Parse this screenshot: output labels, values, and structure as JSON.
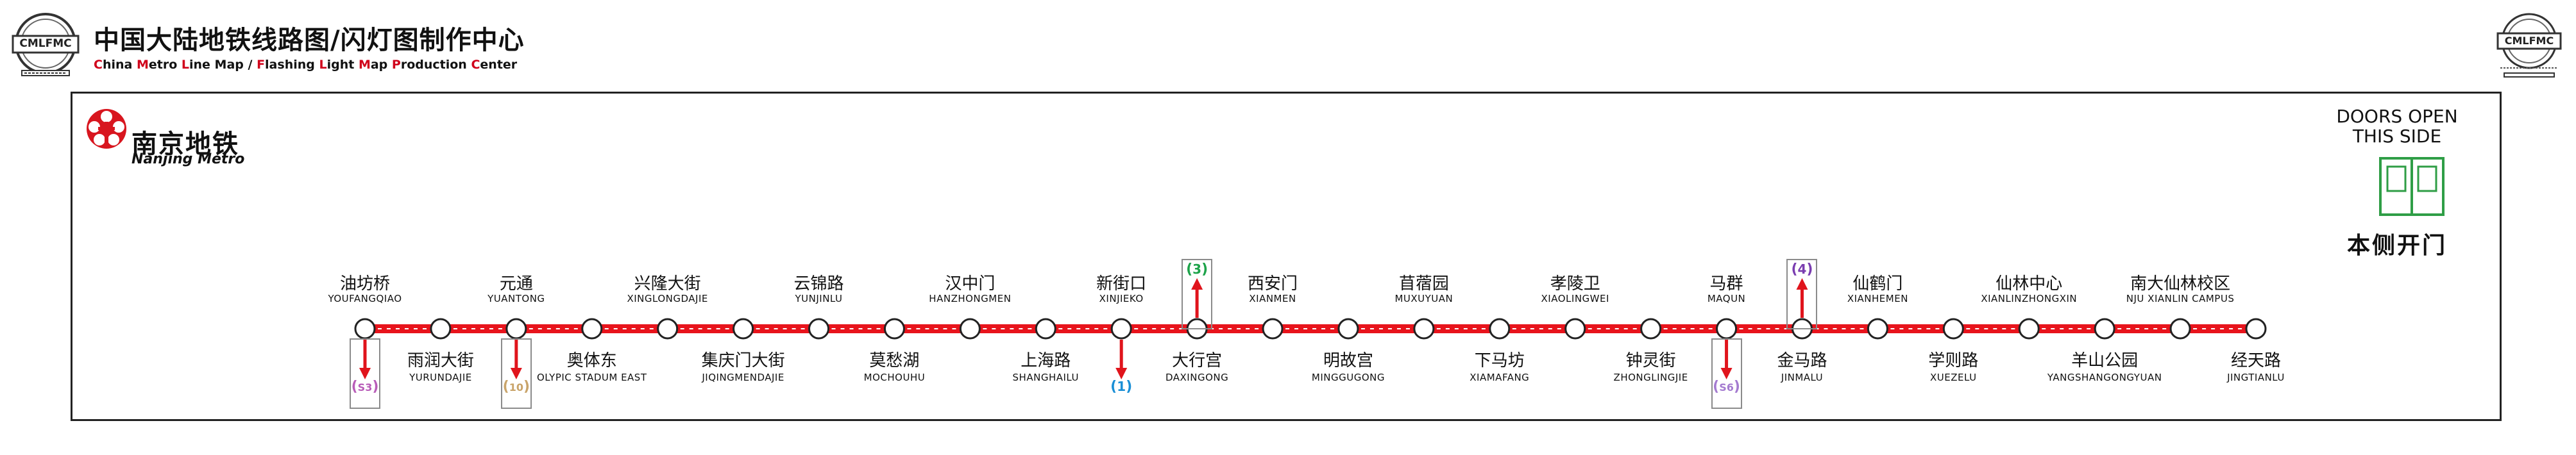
{
  "header": {
    "logo_text": "CMLFMC",
    "title": "中国大陆地铁线路图/闪灯图制作中心",
    "subtitle_parts": [
      {
        "text": "C",
        "red": true
      },
      {
        "text": "hina ",
        "red": false
      },
      {
        "text": "M",
        "red": true
      },
      {
        "text": "etro ",
        "red": false
      },
      {
        "text": "L",
        "red": true
      },
      {
        "text": "ine Map / ",
        "red": false
      },
      {
        "text": "F",
        "red": true
      },
      {
        "text": "lashing ",
        "red": false
      },
      {
        "text": "L",
        "red": true
      },
      {
        "text": "ight ",
        "red": false
      },
      {
        "text": "M",
        "red": true
      },
      {
        "text": "ap ",
        "red": false
      },
      {
        "text": "P",
        "red": true
      },
      {
        "text": "roduction ",
        "red": false
      },
      {
        "text": "C",
        "red": true
      },
      {
        "text": "enter",
        "red": false
      }
    ]
  },
  "brand": {
    "name_cn": "南京地铁",
    "name_en": "Nanjing Metro"
  },
  "doors": {
    "text_en_1": "DOORS OPEN",
    "text_en_2": "THIS SIDE",
    "text_cn": "本侧开门"
  },
  "colors": {
    "line": "#e8141c",
    "line_dark": "#8a0e10",
    "brand_red": "#d8161f",
    "door_green": "#2f9e46",
    "arrow_red": "#e0141c",
    "line1": "#1a8fd6",
    "line3": "#1ea34a",
    "line4": "#7a3db0",
    "s3": "#b95db9",
    "s6": "#9a73c9",
    "s8": "#e58a2c",
    "line10": "#c9a46a",
    "lineS3": "#b95db9",
    "lineS6": "#a47bd0"
  },
  "stations": [
    {
      "cn": "油坊桥",
      "en": "YOUFANGQIAO",
      "side": "top",
      "transfer": {
        "label": "S3",
        "color": "#b95db9",
        "dir": "down"
      }
    },
    {
      "cn": "雨润大街",
      "en": "YURUNDAJIE",
      "side": "bottom"
    },
    {
      "cn": "元通",
      "en": "YUANTONG",
      "side": "top",
      "transfer": {
        "label": "10",
        "color": "#c9a46a",
        "dir": "down"
      }
    },
    {
      "cn": "奥体东",
      "en": "OLYPIC STADUM EAST",
      "side": "bottom"
    },
    {
      "cn": "兴隆大街",
      "en": "XINGLONGDAJIE",
      "side": "top"
    },
    {
      "cn": "集庆门大街",
      "en": "JIQINGMENDAJIE",
      "side": "bottom"
    },
    {
      "cn": "云锦路",
      "en": "YUNJINLU",
      "side": "top"
    },
    {
      "cn": "莫愁湖",
      "en": "MOCHOUHU",
      "side": "bottom"
    },
    {
      "cn": "汉中门",
      "en": "HANZHONGMEN",
      "side": "top"
    },
    {
      "cn": "上海路",
      "en": "SHANGHAILU",
      "side": "bottom"
    },
    {
      "cn": "新街口",
      "en": "XINJIEKO",
      "side": "top",
      "transfer": {
        "label": "1",
        "color": "#1a8fd6",
        "dir": "down",
        "nobox": true
      }
    },
    {
      "cn": "大行宫",
      "en": "DAXINGONG",
      "side": "bottom",
      "transfer": {
        "label": "3",
        "color": "#1ea34a",
        "dir": "up"
      }
    },
    {
      "cn": "西安门",
      "en": "XIANMEN",
      "side": "top"
    },
    {
      "cn": "明故宫",
      "en": "MINGGUGONG",
      "side": "bottom"
    },
    {
      "cn": "苜蓿园",
      "en": "MUXUYUAN",
      "side": "top"
    },
    {
      "cn": "下马坊",
      "en": "XIAMAFANG",
      "side": "bottom"
    },
    {
      "cn": "孝陵卫",
      "en": "XIAOLINGWEI",
      "side": "top"
    },
    {
      "cn": "钟灵街",
      "en": "ZHONGLINGJIE",
      "side": "bottom"
    },
    {
      "cn": "马群",
      "en": "MAQUN",
      "side": "top",
      "transfer": {
        "label": "S6",
        "color": "#a47bd0",
        "dir": "down"
      }
    },
    {
      "cn": "金马路",
      "en": "JINMALU",
      "side": "bottom",
      "transfer": {
        "label": "4",
        "color": "#7a3db0",
        "dir": "up"
      }
    },
    {
      "cn": "仙鹤门",
      "en": "XIANHEMEN",
      "side": "top"
    },
    {
      "cn": "学则路",
      "en": "XUEZELU",
      "side": "bottom"
    },
    {
      "cn": "仙林中心",
      "en": "XIANLINZHONGXIN",
      "side": "top"
    },
    {
      "cn": "羊山公园",
      "en": "YANGSHANGONGYUAN",
      "side": "bottom"
    },
    {
      "cn": "南大仙林校区",
      "en": "NJU XIANLIN CAMPUS",
      "side": "top"
    },
    {
      "cn": "经天路",
      "en": "JINGTIANLU",
      "side": "bottom"
    }
  ]
}
